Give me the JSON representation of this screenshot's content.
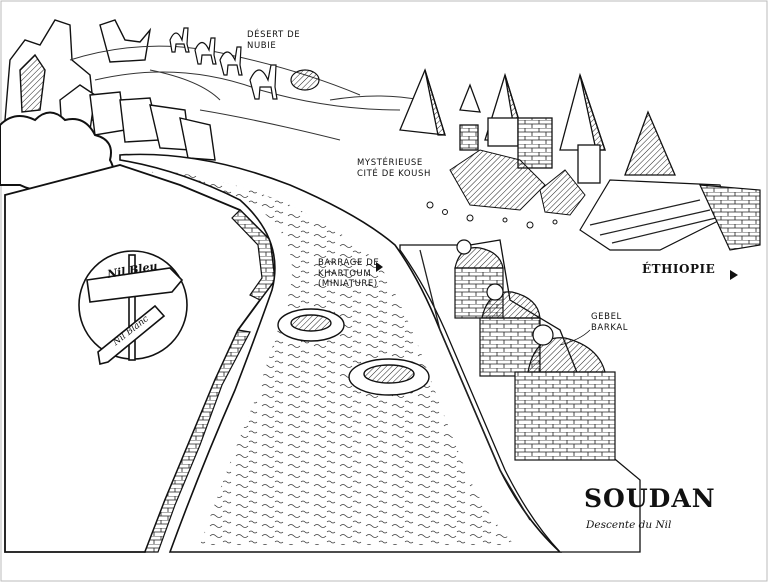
{
  "labels": {
    "desert": "Désert de Nubie",
    "cite": "Mystérieuse Cité de Koush",
    "barrage_line1": "Barrage de",
    "barrage_line2": "Khartoum",
    "barrage_line3": "(miniature)",
    "gebel": "Gebel Barkal",
    "ethiopie": "Éthiopie",
    "soudan": "Soudan",
    "descente": "Descente du Nil"
  },
  "signpost": {
    "top": "Nil Bleu",
    "bottom": "Nil Blanc"
  },
  "colors": {
    "ink": "#111111",
    "paper": "#ffffff"
  }
}
